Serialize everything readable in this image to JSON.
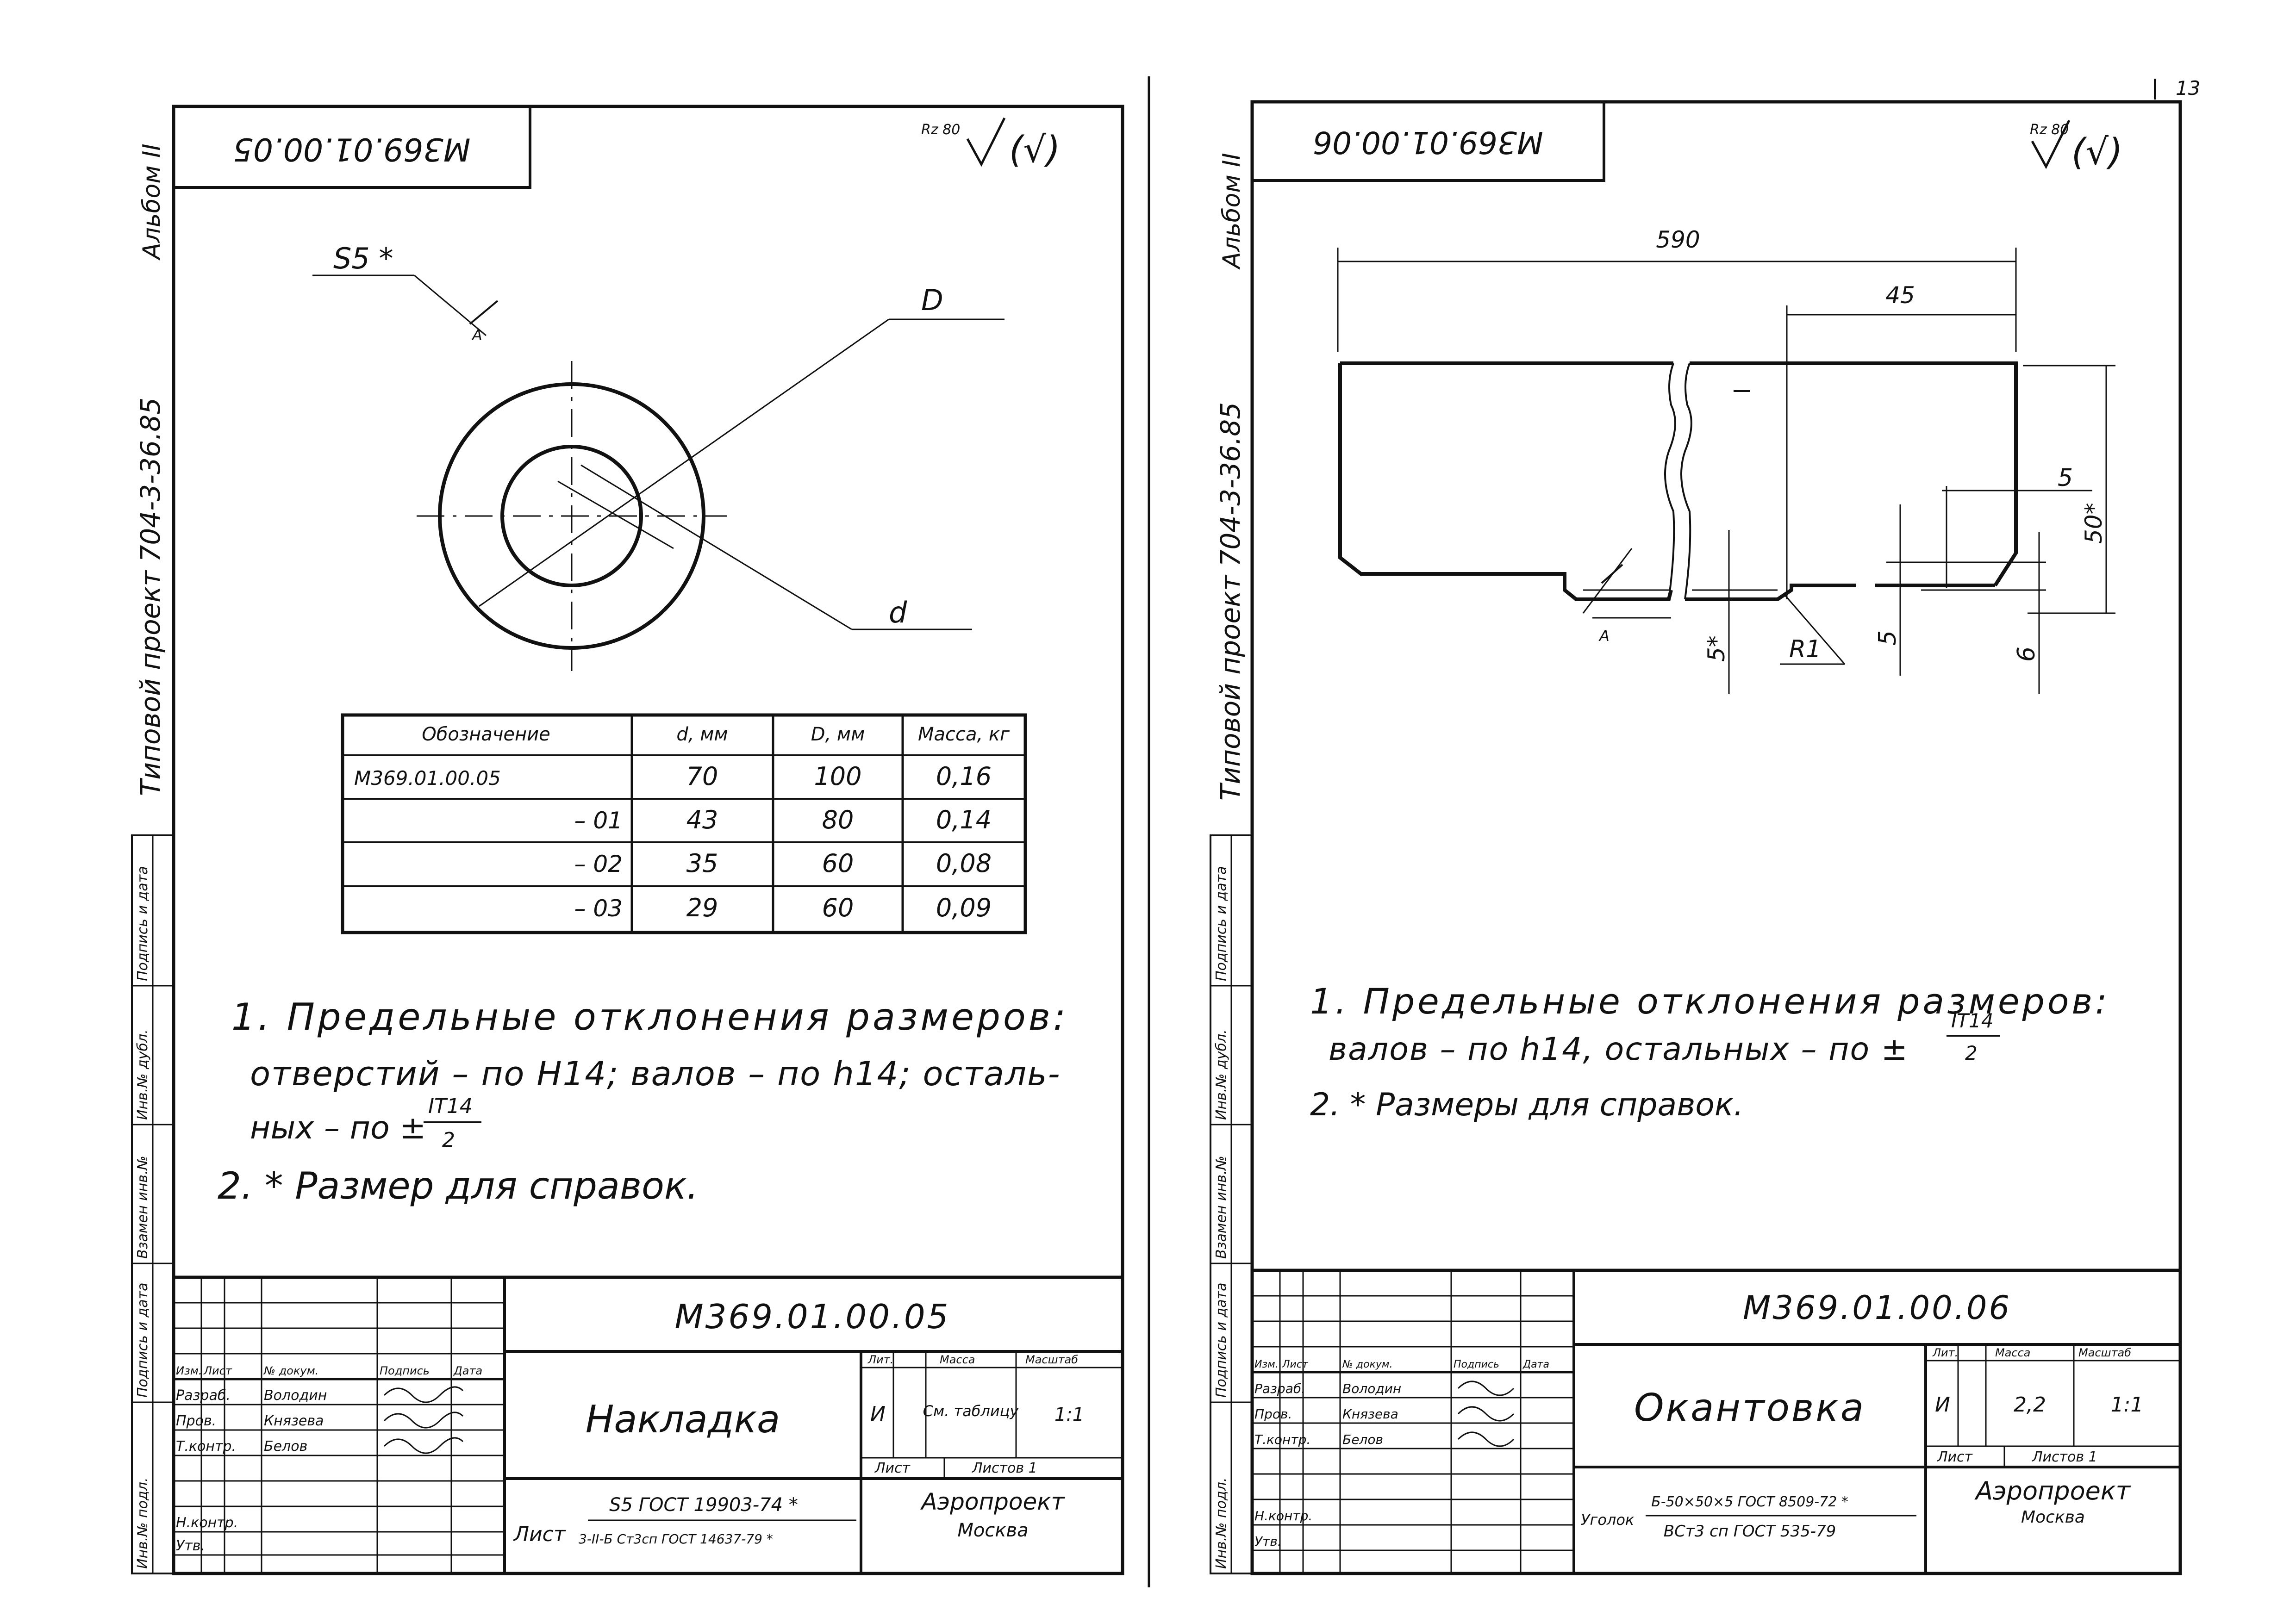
{
  "page_number": "13",
  "left_sheet": {
    "stamp_code": "М369.01.00.05",
    "roughness": "Rz 80",
    "roughness_note": "(√)",
    "side_album": "Альбом II",
    "side_project": "Типовой проект 704-3-36.85",
    "side_columns": [
      "Инв.№ подл.",
      "Подпись и дата",
      "Взамен инв.№",
      "Инв.№ дубл.",
      "Подпись и дата"
    ],
    "drawing_labels": {
      "thickness": "S5 *",
      "outer_dia": "D",
      "inner_dia": "d",
      "section": "А"
    },
    "table": {
      "headers": [
        "Обозначение",
        "d, мм",
        "D, мм",
        "Масса, кг"
      ],
      "rows": [
        [
          "М369.01.00.05",
          "70",
          "100",
          "0,16"
        ],
        [
          "– 01",
          "43",
          "80",
          "0,14"
        ],
        [
          "– 02",
          "35",
          "60",
          "0,08"
        ],
        [
          "– 03",
          "29",
          "60",
          "0,09"
        ]
      ]
    },
    "notes": [
      "1. Предельные отклонения размеров:",
      "отверстий – по H14; валов – по h14; осталь-",
      "ных – по ±",
      "2. * Размер для справок."
    ],
    "note_fraction": {
      "num": "IT14",
      "den": "2"
    },
    "title_block": {
      "designation": "М369.01.00.05",
      "name": "Накладка",
      "lit_label": "Лит.",
      "mass_label": "Масса",
      "scale_label": "Масштаб",
      "lit_value": "И",
      "mass_value": "См. таблицу",
      "scale_value": "1:1",
      "sheet_label": "Лист",
      "sheets_label": "Листов 1",
      "material_top": "S5 ГОСТ 19903-74 *",
      "material_prefix": "Лист",
      "material_bottom": "3-II-Б Ст3сп ГОСТ 14637-79 *",
      "org": "Аэропроект",
      "city": "Москва",
      "roles": [
        "Изм.",
        "Лист",
        "№ докум.",
        "Подпись",
        "Дата"
      ],
      "people": [
        [
          "Разраб.",
          "Володин"
        ],
        [
          "Пров.",
          "Князева"
        ],
        [
          "Т.контр.",
          "Белов"
        ],
        [
          "",
          ""
        ],
        [
          "Н.контр.",
          ""
        ],
        [
          "Утв.",
          ""
        ]
      ]
    }
  },
  "right_sheet": {
    "stamp_code": "М369.01.00.06",
    "roughness": "Rz 80",
    "roughness_note": "(√)",
    "side_album": "Альбом II",
    "side_project": "Типовой проект 704-3-36.85",
    "side_columns": [
      "Инв.№ подл.",
      "Подпись и дата",
      "Взамен инв.№",
      "Инв.№ дубл.",
      "Подпись и дата"
    ],
    "dimensions": {
      "length": "590",
      "cut": "45",
      "height": "50*",
      "gap5a": "5",
      "gap5b": "5",
      "gap5c": "5*",
      "six": "6",
      "radius": "R1",
      "section": "А"
    },
    "notes": [
      "1. Предельные отклонения размеров:",
      "валов – по h14, остальных – по ±",
      "2. * Размеры для справок."
    ],
    "note_fraction": {
      "num": "IT14",
      "den": "2"
    },
    "title_block": {
      "designation": "М369.01.00.06",
      "name": "Окантовка",
      "lit_label": "Лит.",
      "mass_label": "Масса",
      "scale_label": "Масштаб",
      "lit_value": "И",
      "mass_value": "2,2",
      "scale_value": "1:1",
      "sheet_label": "Лист",
      "sheets_label": "Листов 1",
      "material_prefix": "Уголок",
      "material_top": "Б-50×50×5 ГОСТ 8509-72 *",
      "material_bottom": "ВСт3 сп ГОСТ 535-79",
      "org": "Аэропроект",
      "city": "Москва",
      "roles": [
        "Изм.",
        "Лист",
        "№ докум.",
        "Подпись",
        "Дата"
      ],
      "people": [
        [
          "Разраб.",
          "Володин"
        ],
        [
          "Пров.",
          "Князева"
        ],
        [
          "Т.контр.",
          "Белов"
        ],
        [
          "",
          ""
        ],
        [
          "Н.контр.",
          ""
        ],
        [
          "Утв.",
          ""
        ]
      ]
    }
  }
}
